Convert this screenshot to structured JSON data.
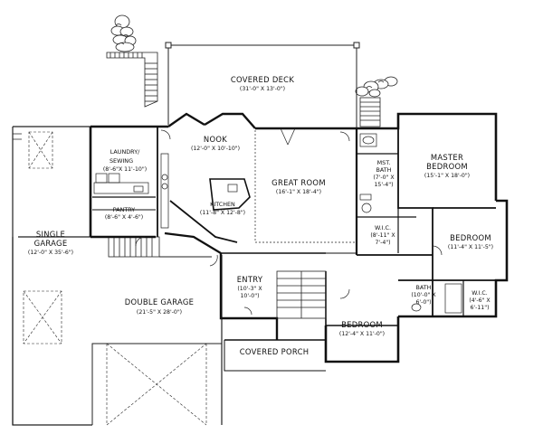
{
  "rooms": {
    "covered_deck": {
      "name": "COVERED DECK",
      "dims": "(31'-0\" X 13'-0\")"
    },
    "laundry": {
      "name1": "LAUNDRY/",
      "name2": "SEWING",
      "dims": "(8'-6\"X 11'-10\")"
    },
    "pantry": {
      "name": "PANTRY",
      "dims": "(8'-6\" X 4'-6\")"
    },
    "nook": {
      "name": "NOOK",
      "dims": "(12'-0\" X 10'-10\")"
    },
    "kitchen": {
      "name": "KITCHEN",
      "dims": "(11'-8\" X 12'-8\")"
    },
    "great_room": {
      "name": "GREAT ROOM",
      "dims": "(16'-1\" X 18'-4\")"
    },
    "mst_bath": {
      "name1": "MST.",
      "name2": "BATH",
      "dims1": "(7'-0\" X",
      "dims2": "15'-4\")"
    },
    "master_bedroom": {
      "name1": "MASTER",
      "name2": "BEDROOM",
      "dims": "(15'-1\" X 18'-0\")"
    },
    "wic_master": {
      "name": "W.I.C.",
      "dims1": "(8'-11\" X",
      "dims2": "7'-4\")"
    },
    "bedroom_east": {
      "name": "BEDROOM",
      "dims": "(11'-4\" X 11'-5\")"
    },
    "bath": {
      "name": "BATH",
      "dims1": "(10'-0\" X",
      "dims2": "6'-0\")"
    },
    "wic_small": {
      "name": "W.I.C.",
      "dims1": "(4'-6\" X",
      "dims2": "6'-11\")"
    },
    "single_garage": {
      "name1": "SINGLE",
      "name2": "GARAGE",
      "dims": "(12'-0\" X 35'-6\")"
    },
    "double_garage": {
      "name": "DOUBLE GARAGE",
      "dims": "(21'-5\" X 28'-0\")"
    },
    "entry": {
      "name": "ENTRY",
      "dims1": "(10'-3\" X",
      "dims2": "10'-0\")"
    },
    "bedroom_south": {
      "name": "BEDROOM",
      "dims": "(12'-4\" X 11'-0\")"
    },
    "covered_porch": {
      "name": "COVERED PORCH"
    }
  }
}
